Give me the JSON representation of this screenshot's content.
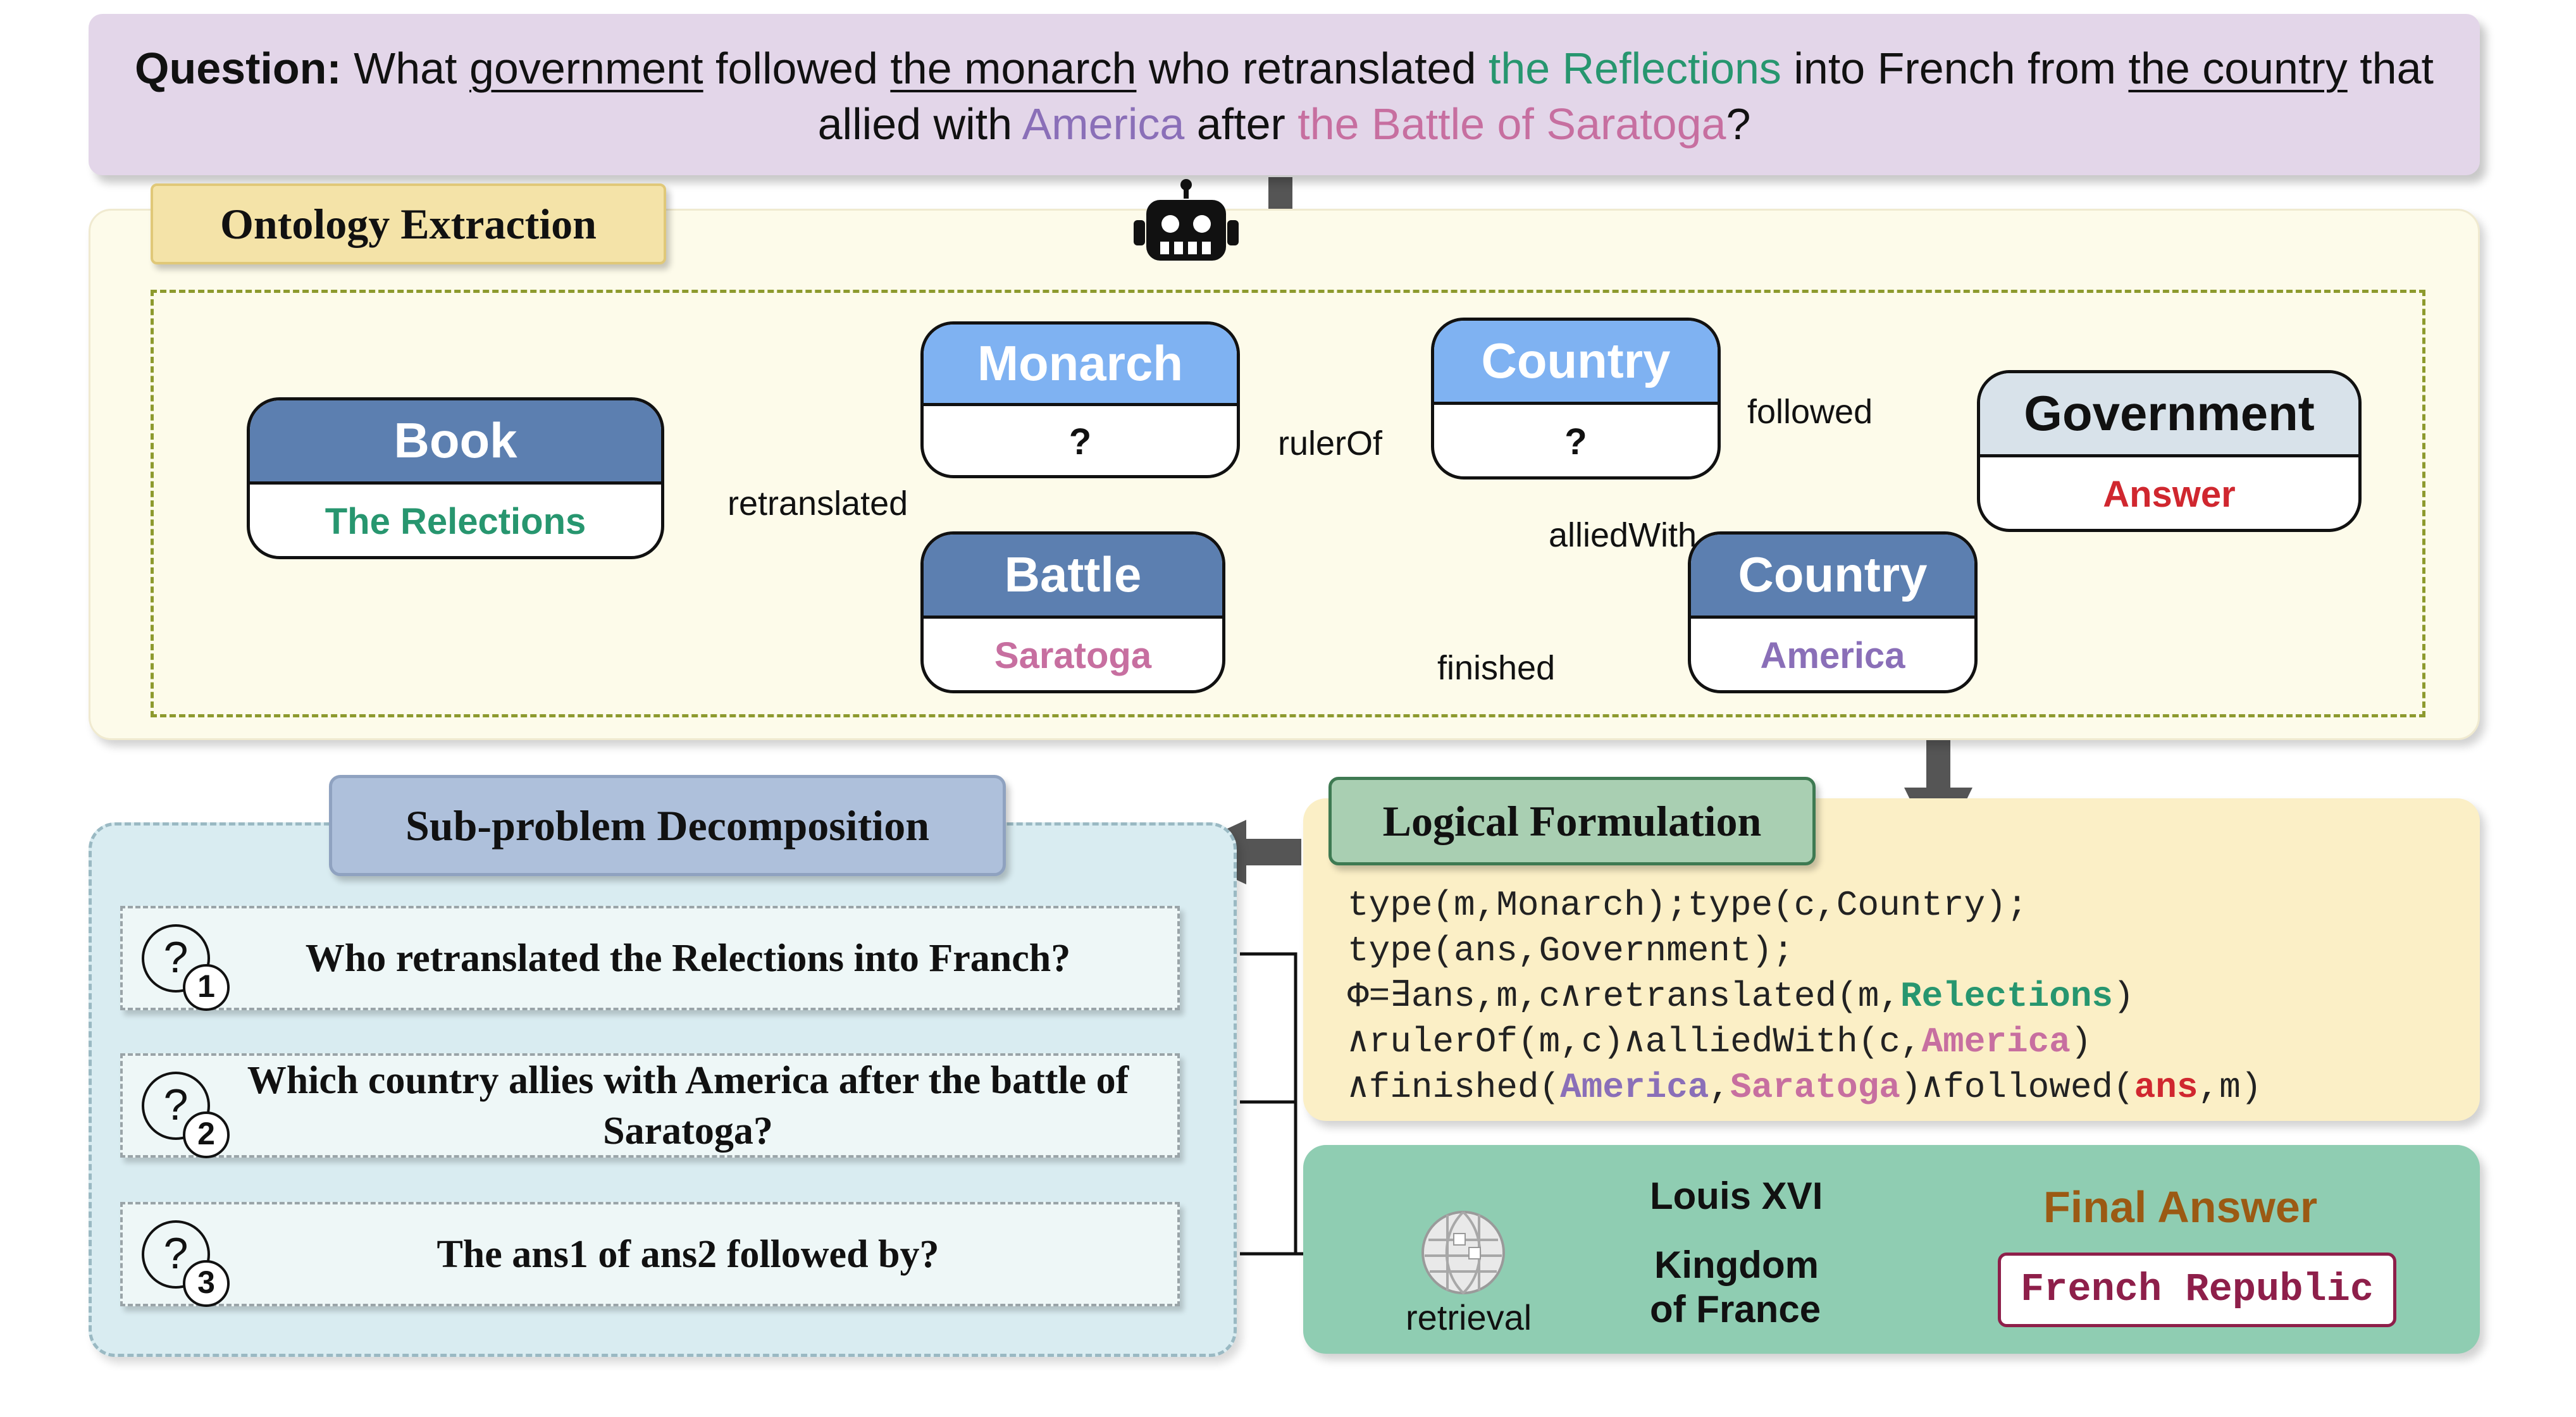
{
  "question": {
    "label": "Question:",
    "line1": [
      {
        "text": "What ",
        "style": "plain"
      },
      {
        "text": "government",
        "style": "underline"
      },
      {
        "text": " followed ",
        "style": "plain"
      },
      {
        "text": "the monarch",
        "style": "underline"
      },
      {
        "text": " who retranslated ",
        "style": "plain"
      },
      {
        "text": "the Reflections",
        "style": "green"
      },
      {
        "text": " into French from ",
        "style": "plain"
      },
      {
        "text": "the country",
        "style": "underline"
      },
      {
        "text": " that",
        "style": "plain"
      }
    ],
    "line2": [
      {
        "text": "allied with ",
        "style": "plain"
      },
      {
        "text": "America",
        "style": "purple"
      },
      {
        "text": " after ",
        "style": "plain"
      },
      {
        "text": "the Battle of Saratoga",
        "style": "pink"
      },
      {
        "text": "?",
        "style": "plain"
      }
    ]
  },
  "ontology": {
    "title": "Ontology Extraction",
    "robot_icon": "robot-icon",
    "nodes": {
      "book": {
        "type": "Book",
        "value": "The Relections",
        "value_color": "#27966f"
      },
      "monarch": {
        "type": "Monarch",
        "value": "?",
        "value_color": "#111111"
      },
      "country_unknown": {
        "type": "Country",
        "value": "?",
        "value_color": "#111111"
      },
      "government": {
        "type": "Government",
        "value": "Answer",
        "value_color": "#d0272f"
      },
      "battle": {
        "type": "Battle",
        "value": "Saratoga",
        "value_color": "#c76fa0"
      },
      "country_america": {
        "type": "Country",
        "value": "America",
        "value_color": "#8a6fb8"
      }
    },
    "edges": {
      "retranslated": "retranslated",
      "rulerOf": "rulerOf",
      "followed": "followed",
      "alliedWith": "alliedWith",
      "finished": "finished"
    }
  },
  "subproblems": {
    "title": "Sub-problem Decomposition",
    "items": [
      {
        "num": "1",
        "text": "Who retranslated the Relections into Franch?"
      },
      {
        "num": "2",
        "text": "Which country allies with America after the  battle of Saratoga?"
      },
      {
        "num": "3",
        "text": "The ans1 of ans2 followed by?"
      }
    ]
  },
  "logic": {
    "title": "Logical Formulation",
    "lines": [
      [
        {
          "t": "type(m,Monarch);type(c,Country);",
          "c": ""
        }
      ],
      [
        {
          "t": "type(ans,Government);",
          "c": ""
        }
      ],
      [
        {
          "t": "Φ=∃ans,m,c∧retranslated(m,",
          "c": ""
        },
        {
          "t": "Relections",
          "c": "green"
        },
        {
          "t": ")",
          "c": ""
        }
      ],
      [
        {
          "t": "∧rulerOf(m,c)∧alliedWith(c,",
          "c": ""
        },
        {
          "t": "America",
          "c": "pink"
        },
        {
          "t": ")",
          "c": ""
        }
      ],
      [
        {
          "t": "∧finished(",
          "c": ""
        },
        {
          "t": "America",
          "c": "purple"
        },
        {
          "t": ",",
          "c": ""
        },
        {
          "t": "Saratoga",
          "c": "pink"
        },
        {
          "t": ")∧followed(",
          "c": ""
        },
        {
          "t": "ans",
          "c": "red"
        },
        {
          "t": ",m)",
          "c": ""
        }
      ]
    ]
  },
  "retrieval": {
    "icon": "wikipedia-globe-icon",
    "label": "retrieval",
    "result1": "Louis XVI",
    "result2_line1": "Kingdom",
    "result2_line2": "of France"
  },
  "final": {
    "title": "Final Answer",
    "answer": "French Republic"
  },
  "colors": {
    "green": "#27966f",
    "purple": "#8a6fb8",
    "pink": "#c76fa0",
    "red": "#d0272f",
    "node_dark": "#5c7fb0",
    "node_light": "#7fb2f2"
  }
}
